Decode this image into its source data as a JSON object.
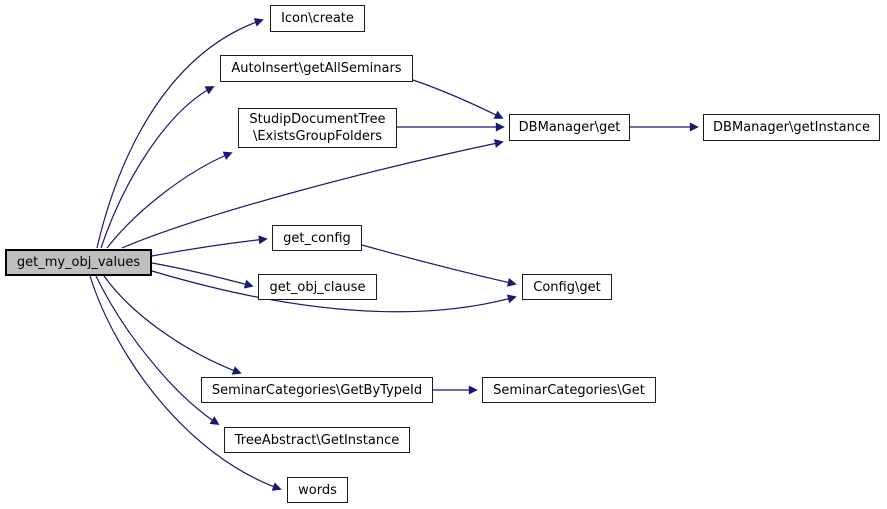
{
  "diagram": {
    "type": "call-graph",
    "colors": {
      "edge": "#191970",
      "node_border": "#1a1a1a",
      "node_fill": "#ffffff",
      "focus_node_fill": "#bfbfbf",
      "text": "#000000",
      "background": "#ffffff"
    },
    "nodes": [
      {
        "id": "main",
        "label": "get_my_obj_values",
        "focus": true
      },
      {
        "id": "iconcreate",
        "label": "Icon\\create"
      },
      {
        "id": "autoinsert",
        "label": "AutoInsert\\getAllSeminars"
      },
      {
        "id": "studip",
        "line1": "StudipDocumentTree",
        "line2": "\\ExistsGroupFolders"
      },
      {
        "id": "dbget",
        "label": "DBManager\\get"
      },
      {
        "id": "dbgetinst",
        "label": "DBManager\\getInstance"
      },
      {
        "id": "getconfig",
        "label": "get_config"
      },
      {
        "id": "getobj",
        "label": "get_obj_clause"
      },
      {
        "id": "configget",
        "label": "Config\\get"
      },
      {
        "id": "semcatbyid",
        "label": "SeminarCategories\\GetByTypeId"
      },
      {
        "id": "semcatget",
        "label": "SeminarCategories\\Get"
      },
      {
        "id": "treeabs",
        "label": "TreeAbstract\\GetInstance"
      },
      {
        "id": "words",
        "label": "words"
      }
    ],
    "edges": [
      {
        "from": "get_my_obj_values",
        "to": "Icon\\create"
      },
      {
        "from": "get_my_obj_values",
        "to": "AutoInsert\\getAllSeminars"
      },
      {
        "from": "get_my_obj_values",
        "to": "StudipDocumentTree\\ExistsGroupFolders"
      },
      {
        "from": "get_my_obj_values",
        "to": "DBManager\\get"
      },
      {
        "from": "get_my_obj_values",
        "to": "get_config"
      },
      {
        "from": "get_my_obj_values",
        "to": "get_obj_clause"
      },
      {
        "from": "get_my_obj_values",
        "to": "Config\\get"
      },
      {
        "from": "get_my_obj_values",
        "to": "SeminarCategories\\GetByTypeId"
      },
      {
        "from": "get_my_obj_values",
        "to": "TreeAbstract\\GetInstance"
      },
      {
        "from": "get_my_obj_values",
        "to": "words"
      },
      {
        "from": "AutoInsert\\getAllSeminars",
        "to": "DBManager\\get"
      },
      {
        "from": "StudipDocumentTree\\ExistsGroupFolders",
        "to": "DBManager\\get"
      },
      {
        "from": "DBManager\\get",
        "to": "DBManager\\getInstance"
      },
      {
        "from": "get_config",
        "to": "Config\\get"
      },
      {
        "from": "SeminarCategories\\GetByTypeId",
        "to": "SeminarCategories\\Get"
      }
    ]
  }
}
